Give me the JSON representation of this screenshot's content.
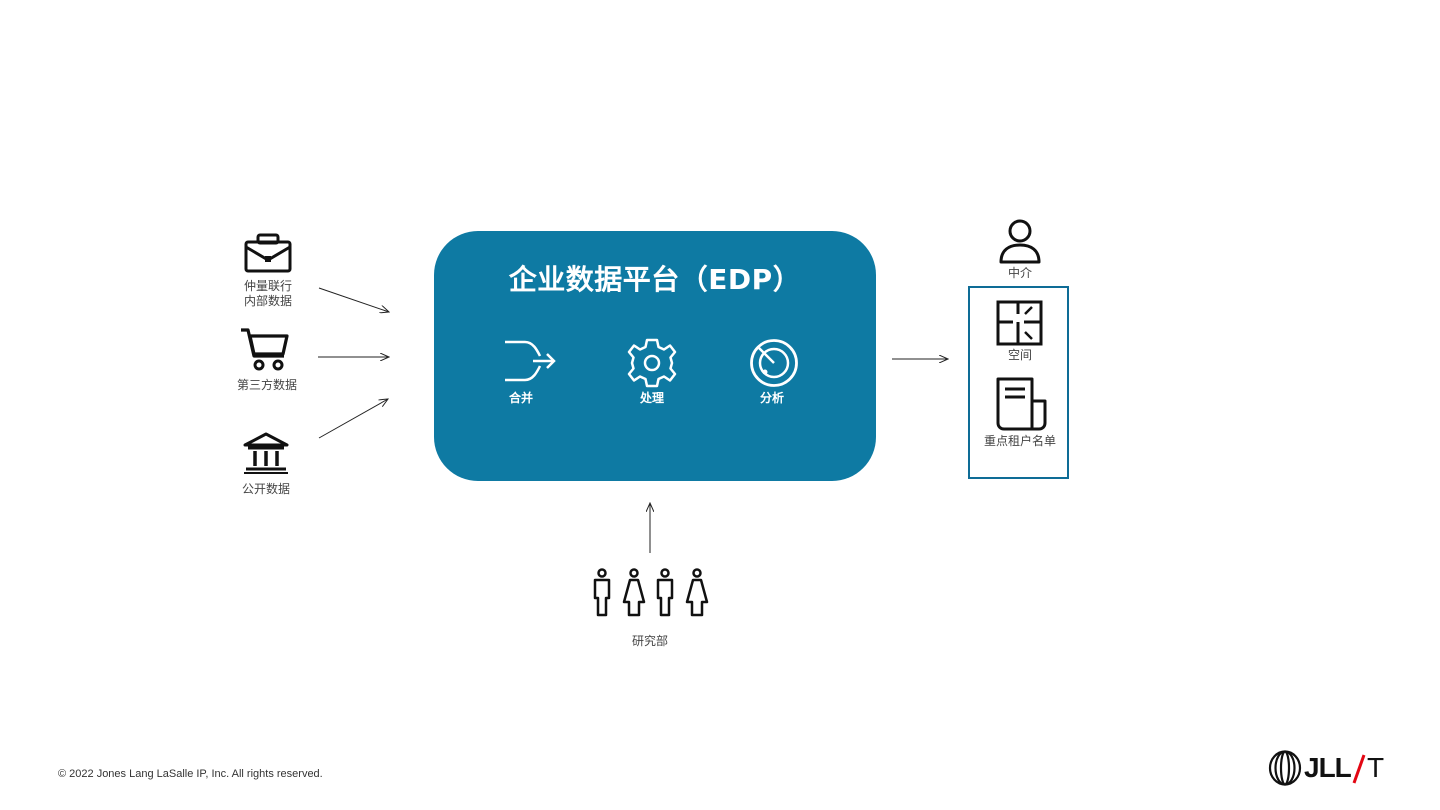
{
  "sources": [
    {
      "icon": "briefcase-icon",
      "label_lines": [
        "仲量联行",
        "内部数据"
      ]
    },
    {
      "icon": "shopping-cart-icon",
      "label_lines": [
        "第三方数据"
      ]
    },
    {
      "icon": "bank-building-icon",
      "label_lines": [
        "公开数据"
      ]
    }
  ],
  "platform": {
    "title": "企业数据平台（EDP）",
    "steps": [
      {
        "icon": "merge-arrow-icon",
        "label": "合并"
      },
      {
        "icon": "gear-icon",
        "label": "处理"
      },
      {
        "icon": "radar-icon",
        "label": "分析"
      }
    ],
    "color": "#0e7aa3"
  },
  "outputs": {
    "agent": {
      "icon": "person-icon",
      "label": "中介"
    },
    "items": [
      {
        "icon": "floor-plan-icon",
        "label": "空间"
      },
      {
        "icon": "document-list-icon",
        "label": "重点租户名单"
      }
    ],
    "border_color": "#0e6c96"
  },
  "research": {
    "icon": "people-group-icon",
    "label": "研究部"
  },
  "footer": {
    "copyright": "© 2022 Jones Lang LaSalle IP, Inc. All rights reserved.",
    "logo_text": "JLL",
    "logo_suffix": "T",
    "logo_slash_color": "#e30613"
  }
}
